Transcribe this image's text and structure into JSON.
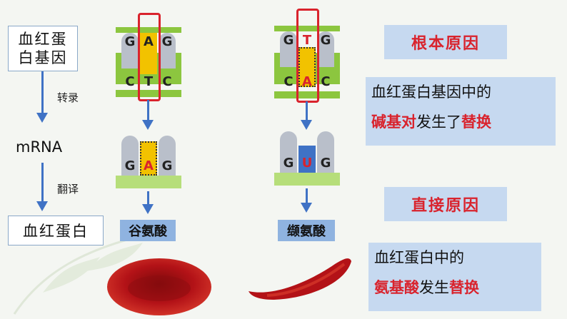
{
  "flow": {
    "gene": "血红蛋白基因",
    "transcription": "转录",
    "mrna": "mRNA",
    "translation": "翻译",
    "protein": "血红蛋白"
  },
  "normal": {
    "dna_top": [
      "G",
      "A",
      "G"
    ],
    "dna_bottom": [
      "C",
      "T",
      "C"
    ],
    "mrna": [
      "G",
      "A",
      "G"
    ],
    "amino_acid": "谷氨酸"
  },
  "mutant": {
    "dna_top": [
      "G",
      "T",
      "G"
    ],
    "dna_bottom": [
      "C",
      "A",
      "C"
    ],
    "mrna": [
      "G",
      "U",
      "G"
    ],
    "amino_acid": "缬氨酸"
  },
  "explain": {
    "root_cause_title": "根本原因",
    "root_line1": "血红蛋白基因中的",
    "root_line2_red": "碱基对",
    "root_line2_mid": "发生了",
    "root_line2_red2": "替换",
    "direct_cause_title": "直接原因",
    "direct_line1": "血红蛋白中的",
    "direct_line2_red": "氨基酸",
    "direct_line2_mid": "发生",
    "direct_line2_red2": "替换"
  },
  "colors": {
    "accent_red": "#d9232d",
    "arrow_blue": "#3f72c5",
    "box_blue": "#c6d9f0",
    "base_yellow": "#f2c200",
    "strand_green": "#8cc63f"
  }
}
